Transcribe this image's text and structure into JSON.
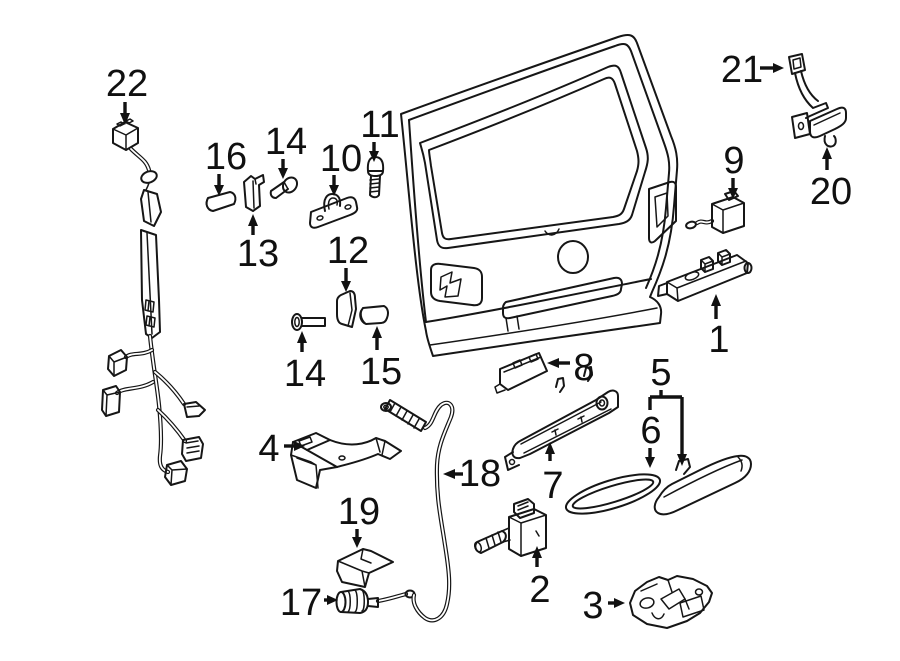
{
  "diagram": {
    "background_color": "#ffffff",
    "line_color": "#161616",
    "description": "Exploded line-art parts diagram of a vehicle liftgate (tailgate) lock and hardware with numbered callouts",
    "callouts": {
      "c1": {
        "label": "1"
      },
      "c2": {
        "label": "2"
      },
      "c3": {
        "label": "3"
      },
      "c4": {
        "label": "4"
      },
      "c5": {
        "label": "5"
      },
      "c6": {
        "label": "6"
      },
      "c7": {
        "label": "7"
      },
      "c8": {
        "label": "8"
      },
      "c9": {
        "label": "9"
      },
      "c10": {
        "label": "10"
      },
      "c11": {
        "label": "11"
      },
      "c12": {
        "label": "12"
      },
      "c13": {
        "label": "13"
      },
      "c14_upper": {
        "label": "14"
      },
      "c14_lower": {
        "label": "14"
      },
      "c15": {
        "label": "15"
      },
      "c16": {
        "label": "16"
      },
      "c17": {
        "label": "17"
      },
      "c18": {
        "label": "18"
      },
      "c19": {
        "label": "19"
      },
      "c20": {
        "label": "20"
      },
      "c21": {
        "label": "21"
      },
      "c22": {
        "label": "22"
      }
    }
  }
}
